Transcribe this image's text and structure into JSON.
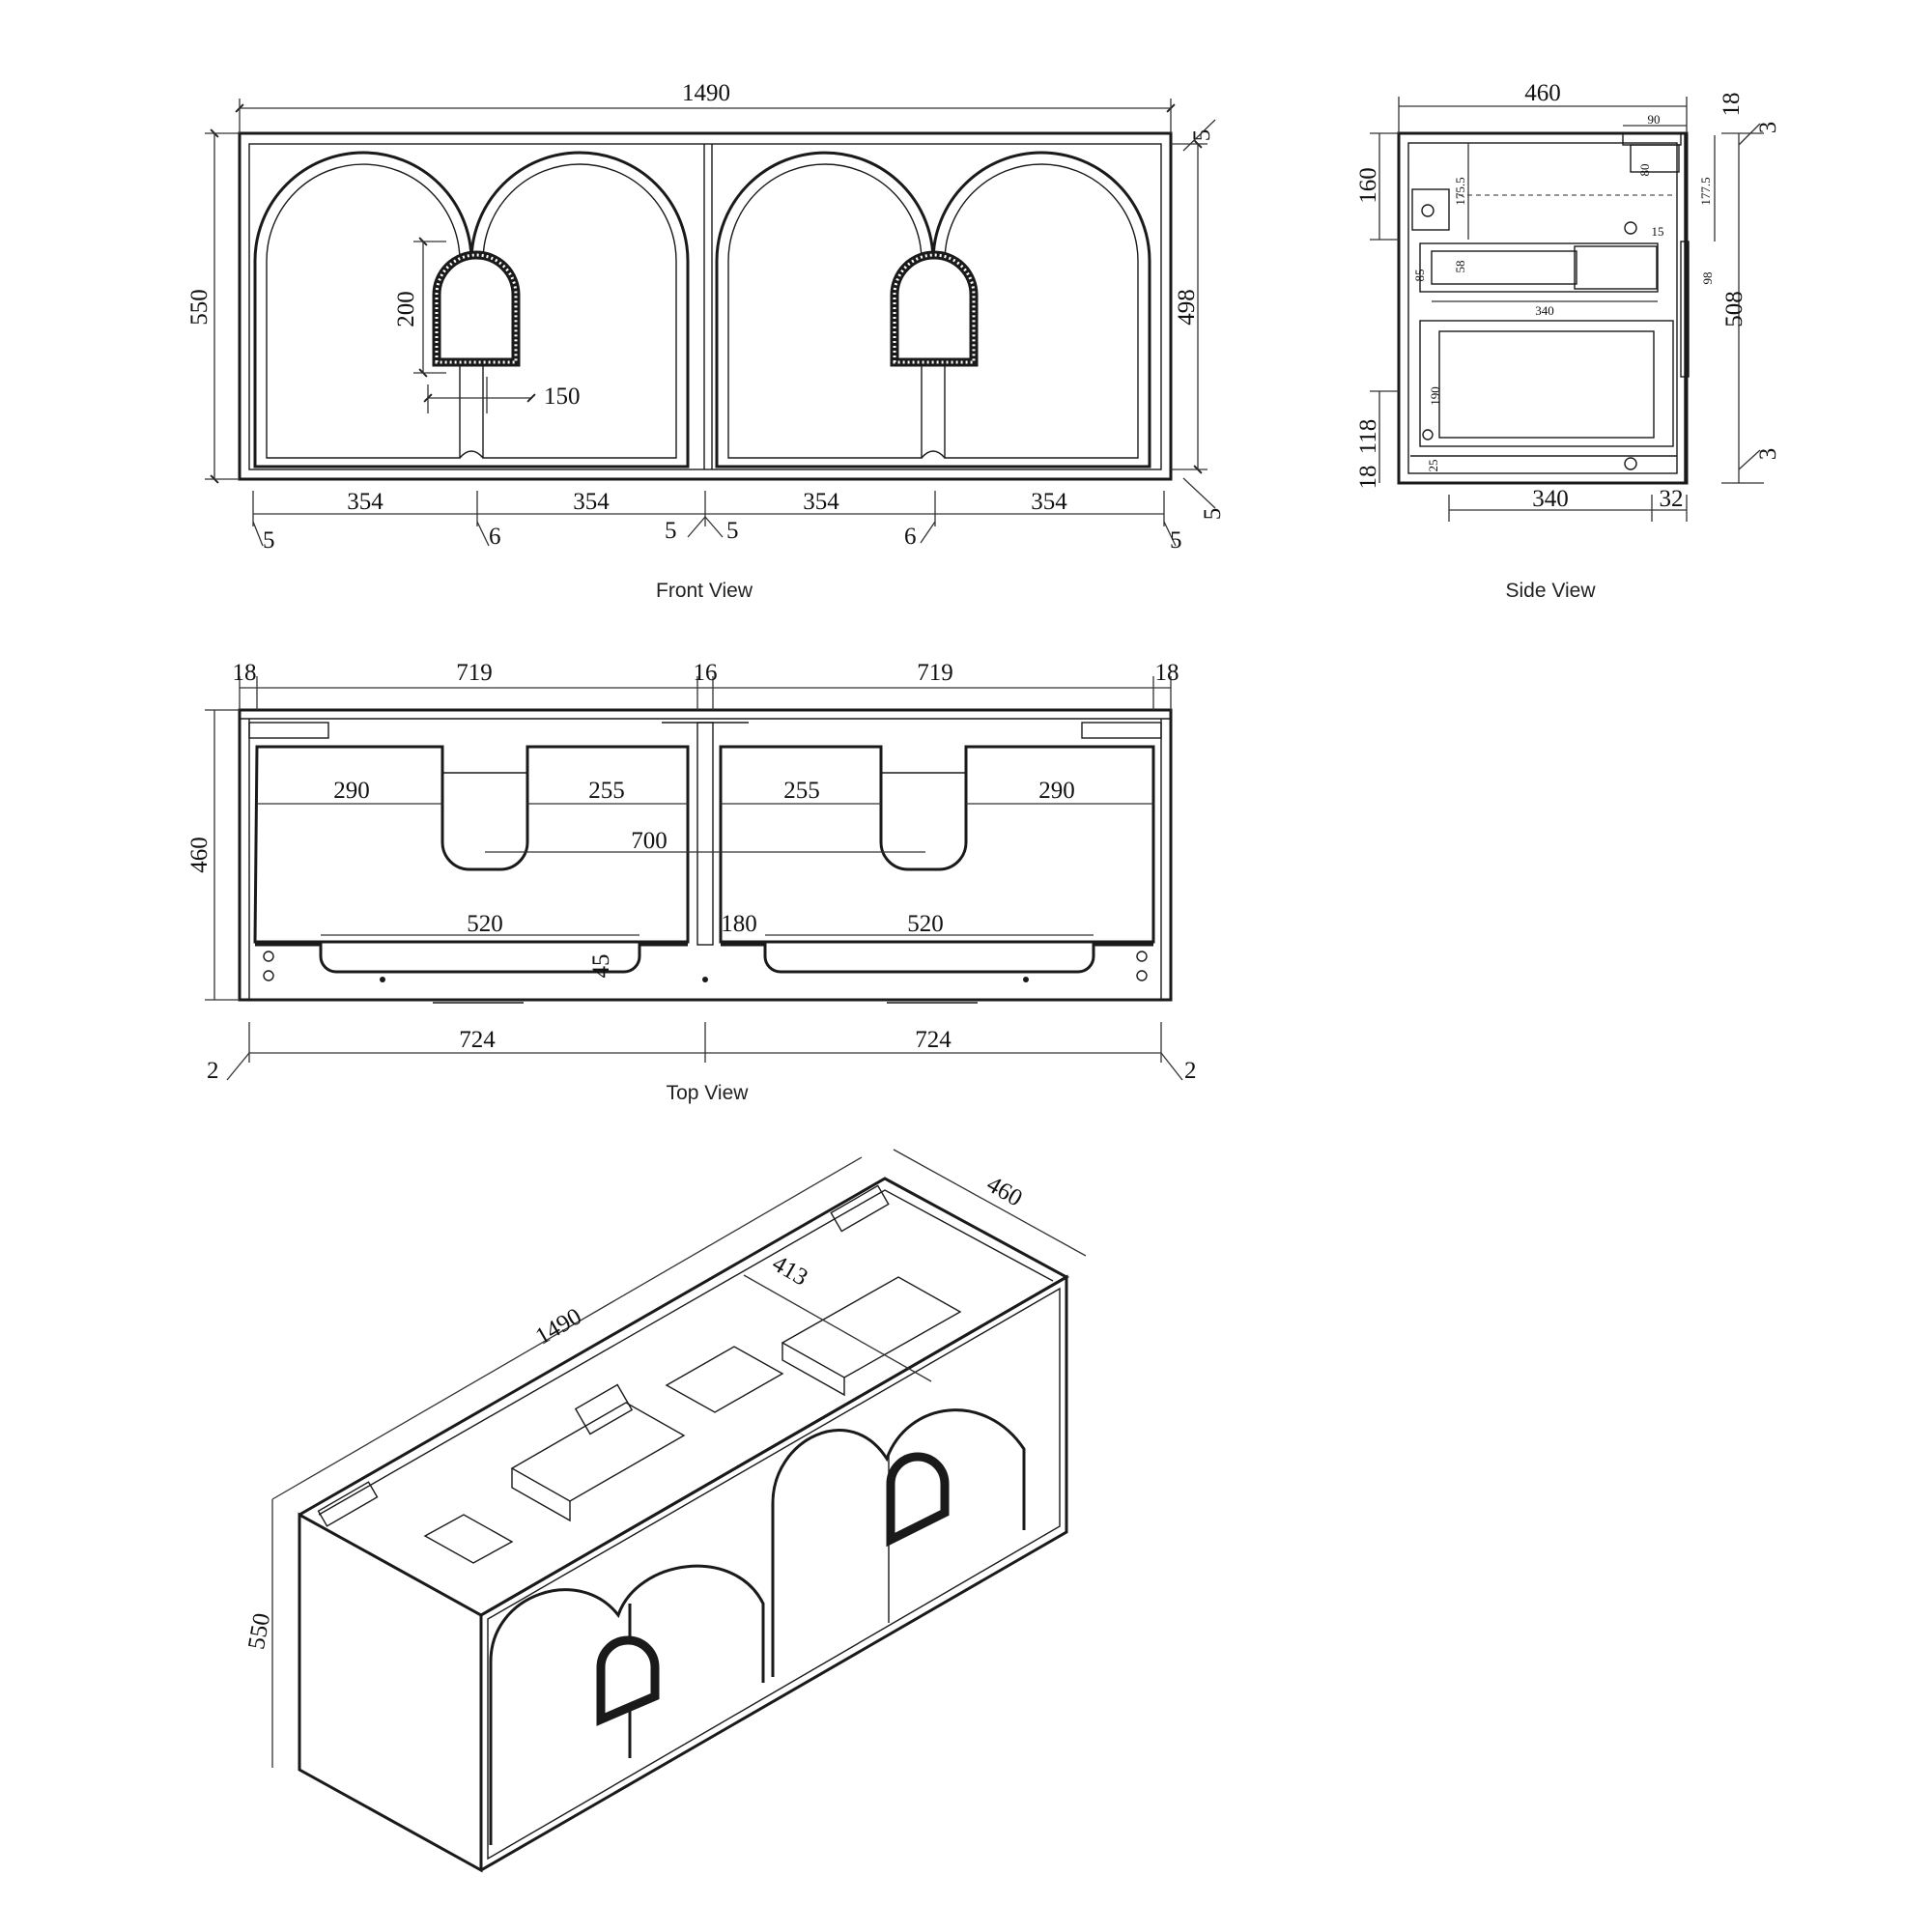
{
  "views": {
    "front": {
      "caption": "Front View",
      "width": "1490",
      "height": "550",
      "door_height": "498",
      "handle_height": "200",
      "handle_offset": "150",
      "top_gap": "5",
      "bottom_gap": "5",
      "door_widths": [
        "354",
        "354",
        "354",
        "354"
      ],
      "gaps": [
        "5",
        "6",
        "5",
        "5",
        "6",
        "5"
      ]
    },
    "side": {
      "caption": "Side View",
      "depth": "460",
      "top_inset": "90",
      "top_thickness": "18",
      "top_gap": "3",
      "height_160": "160",
      "height_175": "175.5",
      "dim_80": "80",
      "height_177": "177.5",
      "dim_15": "15",
      "dim_85": "85",
      "dim_58": "58",
      "dim_98": "98",
      "shelf_depth": "340",
      "door_height": "508",
      "dim_190": "190",
      "bottom_118": "118",
      "bottom_18": "18",
      "dim_25": "25",
      "bottom_gap": "3",
      "bottom_depth": "340",
      "door_thickness": "32"
    },
    "top": {
      "caption": "Top View",
      "panel_left": "18",
      "bay_left": "719",
      "divider": "16",
      "bay_right": "719",
      "panel_right": "18",
      "depth": "460",
      "left_290": "290",
      "left_255": "255",
      "right_255": "255",
      "right_290": "290",
      "center_700": "700",
      "drawer_left": "520",
      "drawer_right": "520",
      "dim_180": "180",
      "dim_45": "45",
      "door_left": "724",
      "door_right": "724",
      "gap_left": "2",
      "gap_right": "2"
    },
    "iso": {
      "width": "1490",
      "depth": "460",
      "inner": "413",
      "height": "550"
    }
  }
}
